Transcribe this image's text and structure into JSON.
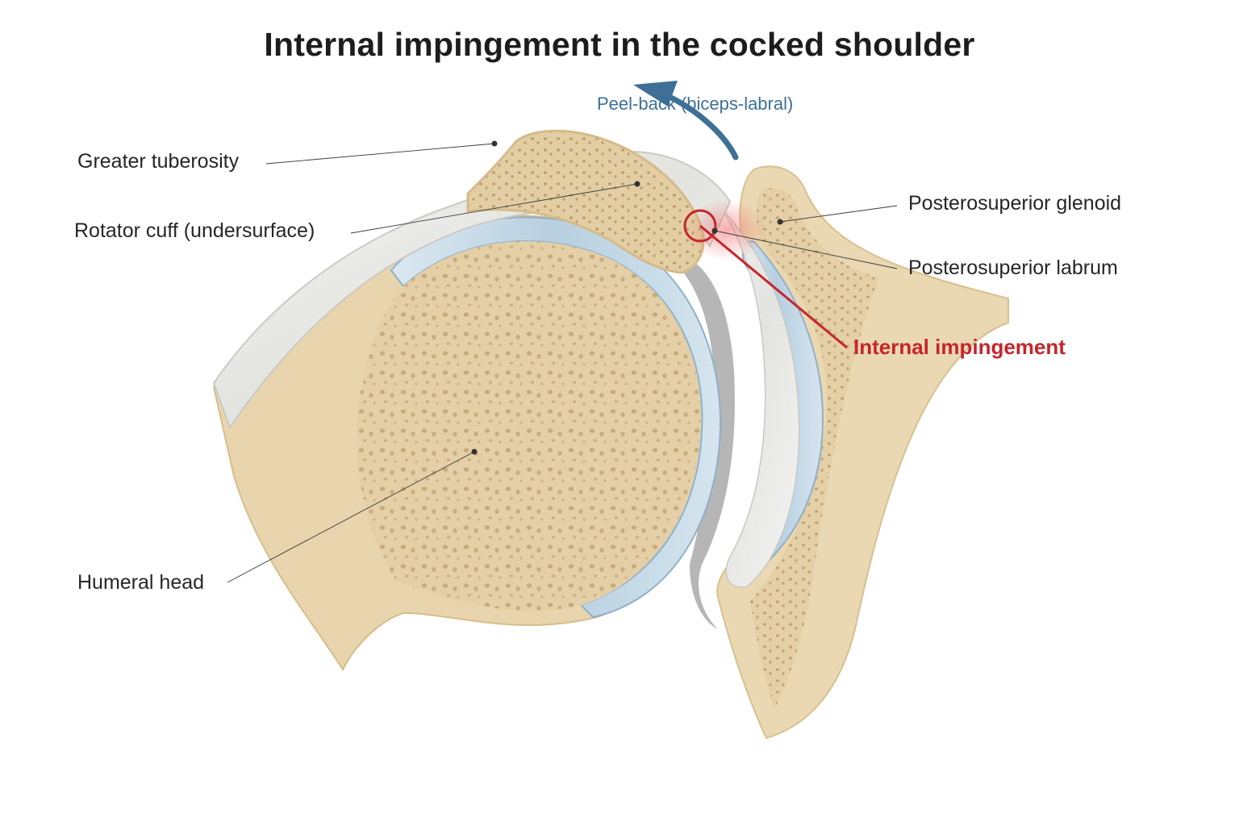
{
  "title": "Internal impingement in the cocked shoulder",
  "labels": {
    "greater_tuberosity": "Greater tuberosity",
    "rotator_cuff": "Rotator cuff (undersurface)",
    "humeral_head": "Humeral head",
    "posterosuperior_glenoid": "Posterosuperior glenoid",
    "posterosuperior_labrum": "Posterosuperior labrum",
    "internal_impingement": "Internal impingement",
    "peel_back": "Peel-back (biceps-labral)"
  },
  "colors": {
    "bone": "#e6d3ab",
    "bone_cortex": "#efe1c2",
    "cartilage": "#c9dce8",
    "tendon": "#eeeeec",
    "highlight": "#c4262b",
    "arrow": "#3e6f96"
  }
}
